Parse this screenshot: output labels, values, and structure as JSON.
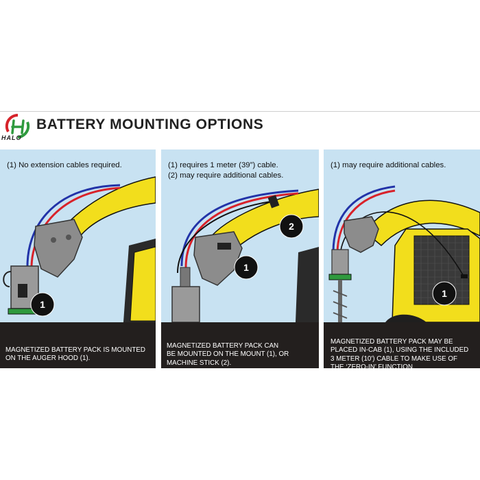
{
  "header": {
    "brand": "HALO",
    "title": "BATTERY MOUNTING OPTIONS",
    "logo_colors": {
      "red": "#d6232a",
      "green": "#2f9a3e"
    }
  },
  "panels": [
    {
      "notes": "(1) No extension cables required.",
      "caption": "MAGNETIZED BATTERY PACK IS MOUNTED\nON THE AUGER HOOD (1).",
      "badges": [
        "1"
      ]
    },
    {
      "notes": "(1) requires 1 meter  (39”) cable.\n(2) may require additional cables.",
      "caption": "MAGNETIZED BATTERY PACK CAN\nBE MOUNTED ON THE MOUNT (1), OR\nMACHINE STICK (2).",
      "badges": [
        "1",
        "2"
      ]
    },
    {
      "notes": "(1) may require additional cables.",
      "caption": "MAGNETIZED BATTERY PACK MAY BE\nPLACED IN-CAB (1), USING THE INCLUDED\n3 METER (10')  CABLE TO MAKE USE OF\nTHE ‘ZERO-IN’ FUNCTION.",
      "badges": [
        "1"
      ]
    }
  ],
  "colors": {
    "sky": "#c8e2f2",
    "machine_yellow": "#f2de1c",
    "caption_bg": "#231f1e",
    "cable_blue": "#2233a8",
    "cable_red": "#d8222a"
  }
}
